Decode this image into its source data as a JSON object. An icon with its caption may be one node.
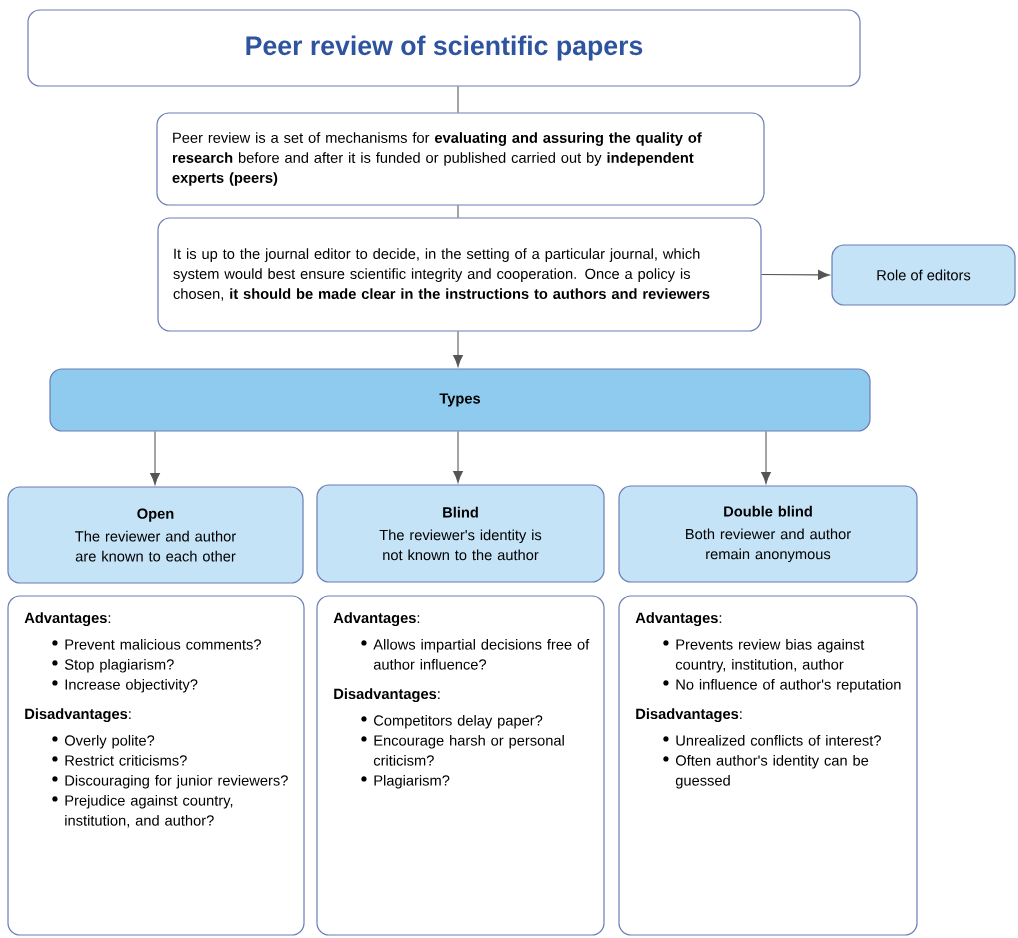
{
  "diagram": {
    "nodes": [
      {
        "text": [
          "Peer review of scientific papers"
        ]
      },
      {
        "text": [
          "Peer review is a set of mechanisms for **evaluating and assuring the quality of research** before and after it is funded or published carried out by **independent experts (peers)**"
        ]
      },
      {
        "text": [
          "It is up to the journal editor to decide, in the setting of a particular journal, which system would best ensure scientific integrity and cooperation. Once a policy is chosen, **it should be made clear in the instructions to authors and reviewers**"
        ]
      },
      {
        "text": [
          "Role of editors"
        ]
      },
      {
        "text": [
          "Types"
        ]
      },
      {
        "text": [
          "Open",
          "The reviewer and author are known to each other"
        ]
      },
      {
        "text": [
          "Blind",
          "The reviewer's identity is not known to the author"
        ]
      },
      {
        "text": [
          "Double blind",
          "Both reviewer and author remain anonymous"
        ]
      },
      {
        "text": [
          "**Advantages**:",
          "Prevent malicious comments?",
          "Stop plagiarism?",
          "Increase objectivity?",
          "**Disadvantages**:",
          "Overly polite?",
          "Restrict criticisms?",
          "Discouraging for junior reviewers?",
          "Prejudice against country, institution, and author?"
        ]
      },
      {
        "text": [
          "**Advantages**:",
          "Allows impartial decisions free of author influence?",
          "**Disadvantages**:",
          "Competitors delay paper?",
          "Encourage harsh or personal criticism?",
          "Plagiarism?"
        ]
      },
      {
        "text": [
          "**Advantages**:",
          "Prevents review bias against country, institution, author",
          "No influence of author's reputation",
          "**Disadvantages**:",
          "Unrealized conflicts of interest?",
          "Often author's identity can be guessed"
        ]
      }
    ],
    "edges": [
      {
        "from": 0,
        "to": 1,
        "arrow": "none"
      },
      {
        "from": 1,
        "to": 2,
        "arrow": "none"
      },
      {
        "from": 2,
        "to": 3,
        "arrow": "to"
      },
      {
        "from": 2,
        "to": 4,
        "arrow": "to"
      },
      {
        "from": 4,
        "to": 5,
        "arrow": "to"
      },
      {
        "from": 4,
        "to": 6,
        "arrow": "to"
      },
      {
        "from": 4,
        "to": 7,
        "arrow": "to"
      }
    ]
  }
}
